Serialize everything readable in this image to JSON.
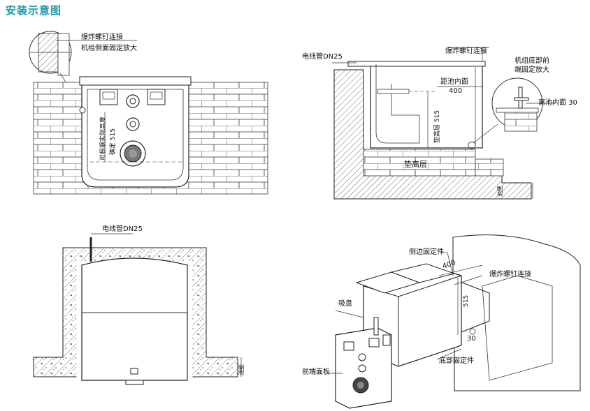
{
  "title": "安装示意图",
  "panel1": {
    "callout": "爆炸螺钉连接",
    "detail": "机组侧面固定放大",
    "vertical_note_1": "可根据实际高度",
    "vertical_note_2": "确定 515"
  },
  "panel2": {
    "conduit": "电线管DN25",
    "callout": "爆炸螺钉连接",
    "detail_1": "机组底部前",
    "detail_2": "端固定放大",
    "distance_label": "距池内面",
    "distance_value": "400",
    "pad_height": "垫高层 515",
    "pad_layer": "垫高层",
    "offset_label": "离池内面 30",
    "wall_label": "池壁"
  },
  "panel3": {
    "conduit": "电线管DN25",
    "wall_label": "池壁"
  },
  "panel4": {
    "side_fixing": "侧边固定件",
    "dim_width": "400",
    "callout": "爆炸螺钉连接",
    "dim_height": "515",
    "suction": "吸盘",
    "offset": "30",
    "bottom_fixing": "底部固定件",
    "front_panel": "前端面板"
  }
}
